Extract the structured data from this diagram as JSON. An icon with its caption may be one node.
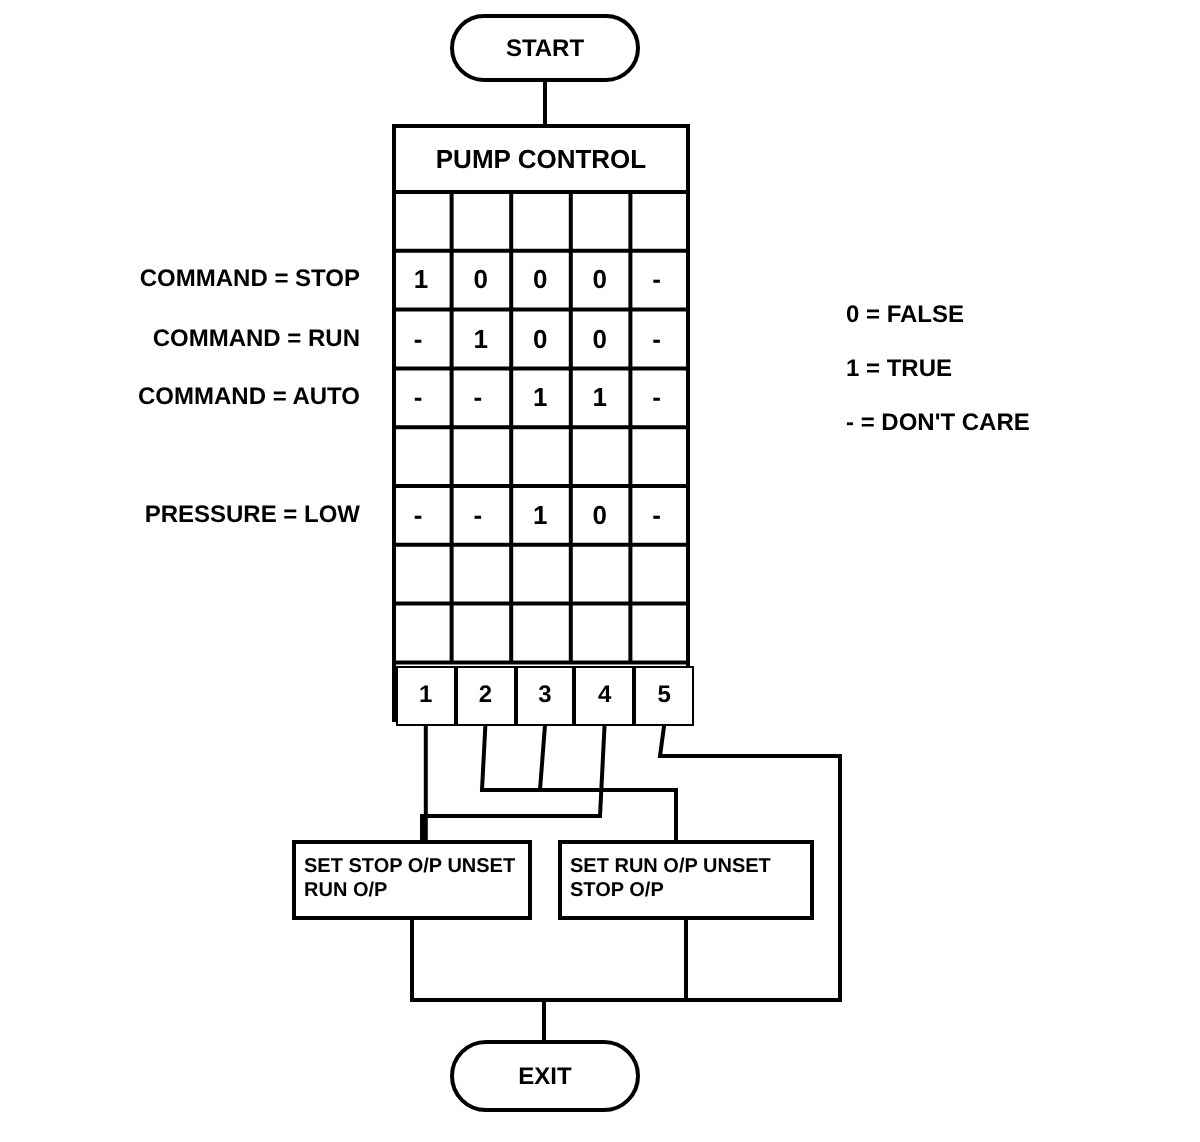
{
  "diagram": {
    "nodes": [
      {
        "text": [
          "START"
        ]
      },
      {
        "text": [
          "PUMP CONTROL"
        ]
      },
      {
        "text": [
          "1"
        ],
        "in": 1
      },
      {
        "text": [
          "2"
        ],
        "in": 1
      },
      {
        "text": [
          "3"
        ],
        "in": 1
      },
      {
        "text": [
          "4"
        ],
        "in": 1
      },
      {
        "text": [
          "5"
        ],
        "in": 1
      },
      {
        "text": [
          "SET STOP O/P UNSET RUN O/P"
        ]
      },
      {
        "text": [
          "SET RUN O/P UNSET STOP O/P"
        ]
      },
      {
        "text": [
          "EXIT"
        ]
      }
    ],
    "edges": [
      {
        "from": 0,
        "to": 1,
        "arrow": "none"
      },
      {
        "from": 2,
        "to": 7,
        "arrow": "none"
      },
      {
        "from": 5,
        "to": 7,
        "arrow": "none"
      },
      {
        "from": 3,
        "to": 8,
        "arrow": "none"
      },
      {
        "from": 4,
        "to": 8,
        "arrow": "none"
      },
      {
        "from": 6,
        "to": 9,
        "arrow": "none"
      },
      {
        "from": 7,
        "to": 9,
        "arrow": "none"
      },
      {
        "from": 8,
        "to": 9,
        "arrow": "none"
      }
    ],
    "labels": [
      "COMMAND = STOP",
      "1",
      "0",
      "0",
      "0",
      "-",
      "COMMAND = RUN",
      "-",
      "1",
      "0",
      "0",
      "-",
      "COMMAND = AUTO",
      "-",
      "-",
      "1",
      "1",
      "-",
      "PRESSURE = LOW",
      "-",
      "-",
      "1",
      "0",
      "-",
      "0 = FALSE",
      "1 = TRUE",
      "- = DON'T CARE"
    ]
  }
}
